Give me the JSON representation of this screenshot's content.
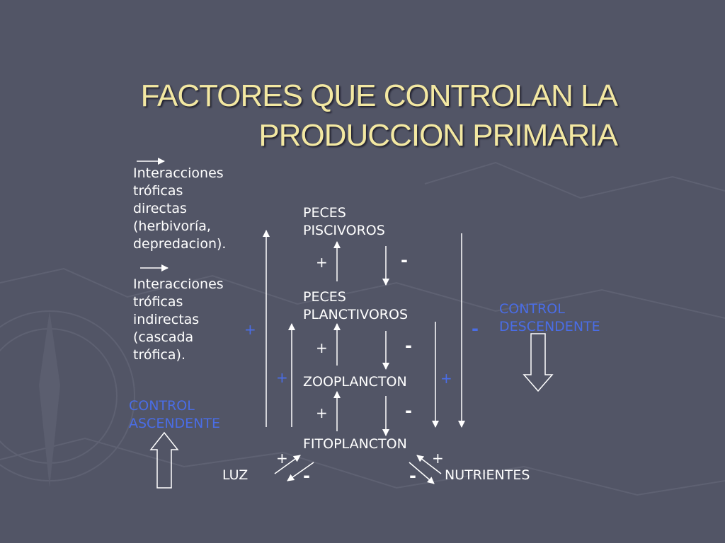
{
  "title": {
    "line1": "FACTORES QUE CONTROLAN LA",
    "line2": "PRODUCCION PRIMARIA"
  },
  "legend": {
    "direct": [
      "Interacciones",
      "tróficas",
      "directas",
      "(herbivoría,",
      "depredacion)."
    ],
    "indirect": [
      "Interacciones",
      "tróficas",
      "indirectas",
      "(cascada",
      "trófica)."
    ]
  },
  "levels": {
    "peces_piscivoros": [
      "PECES",
      "PISCIVOROS"
    ],
    "peces_planctivoros": [
      "PECES",
      "PLANCTIVOROS"
    ],
    "zooplancton": "ZOOPLANCTON",
    "fitoplancton": "FITOPLANCTON"
  },
  "inputs": {
    "luz": "LUZ",
    "nutrientes": "NUTRIENTES"
  },
  "controls": {
    "ascendente": [
      "CONTROL",
      "ASCENDENTE"
    ],
    "descendente": [
      "CONTROL",
      "DESCENDENTE"
    ]
  },
  "signs": {
    "plus": "+",
    "minus": "-"
  },
  "colors": {
    "background": "#525566",
    "title": "#f3e8a2",
    "text": "#ffffff",
    "control": "#4a6de6"
  }
}
